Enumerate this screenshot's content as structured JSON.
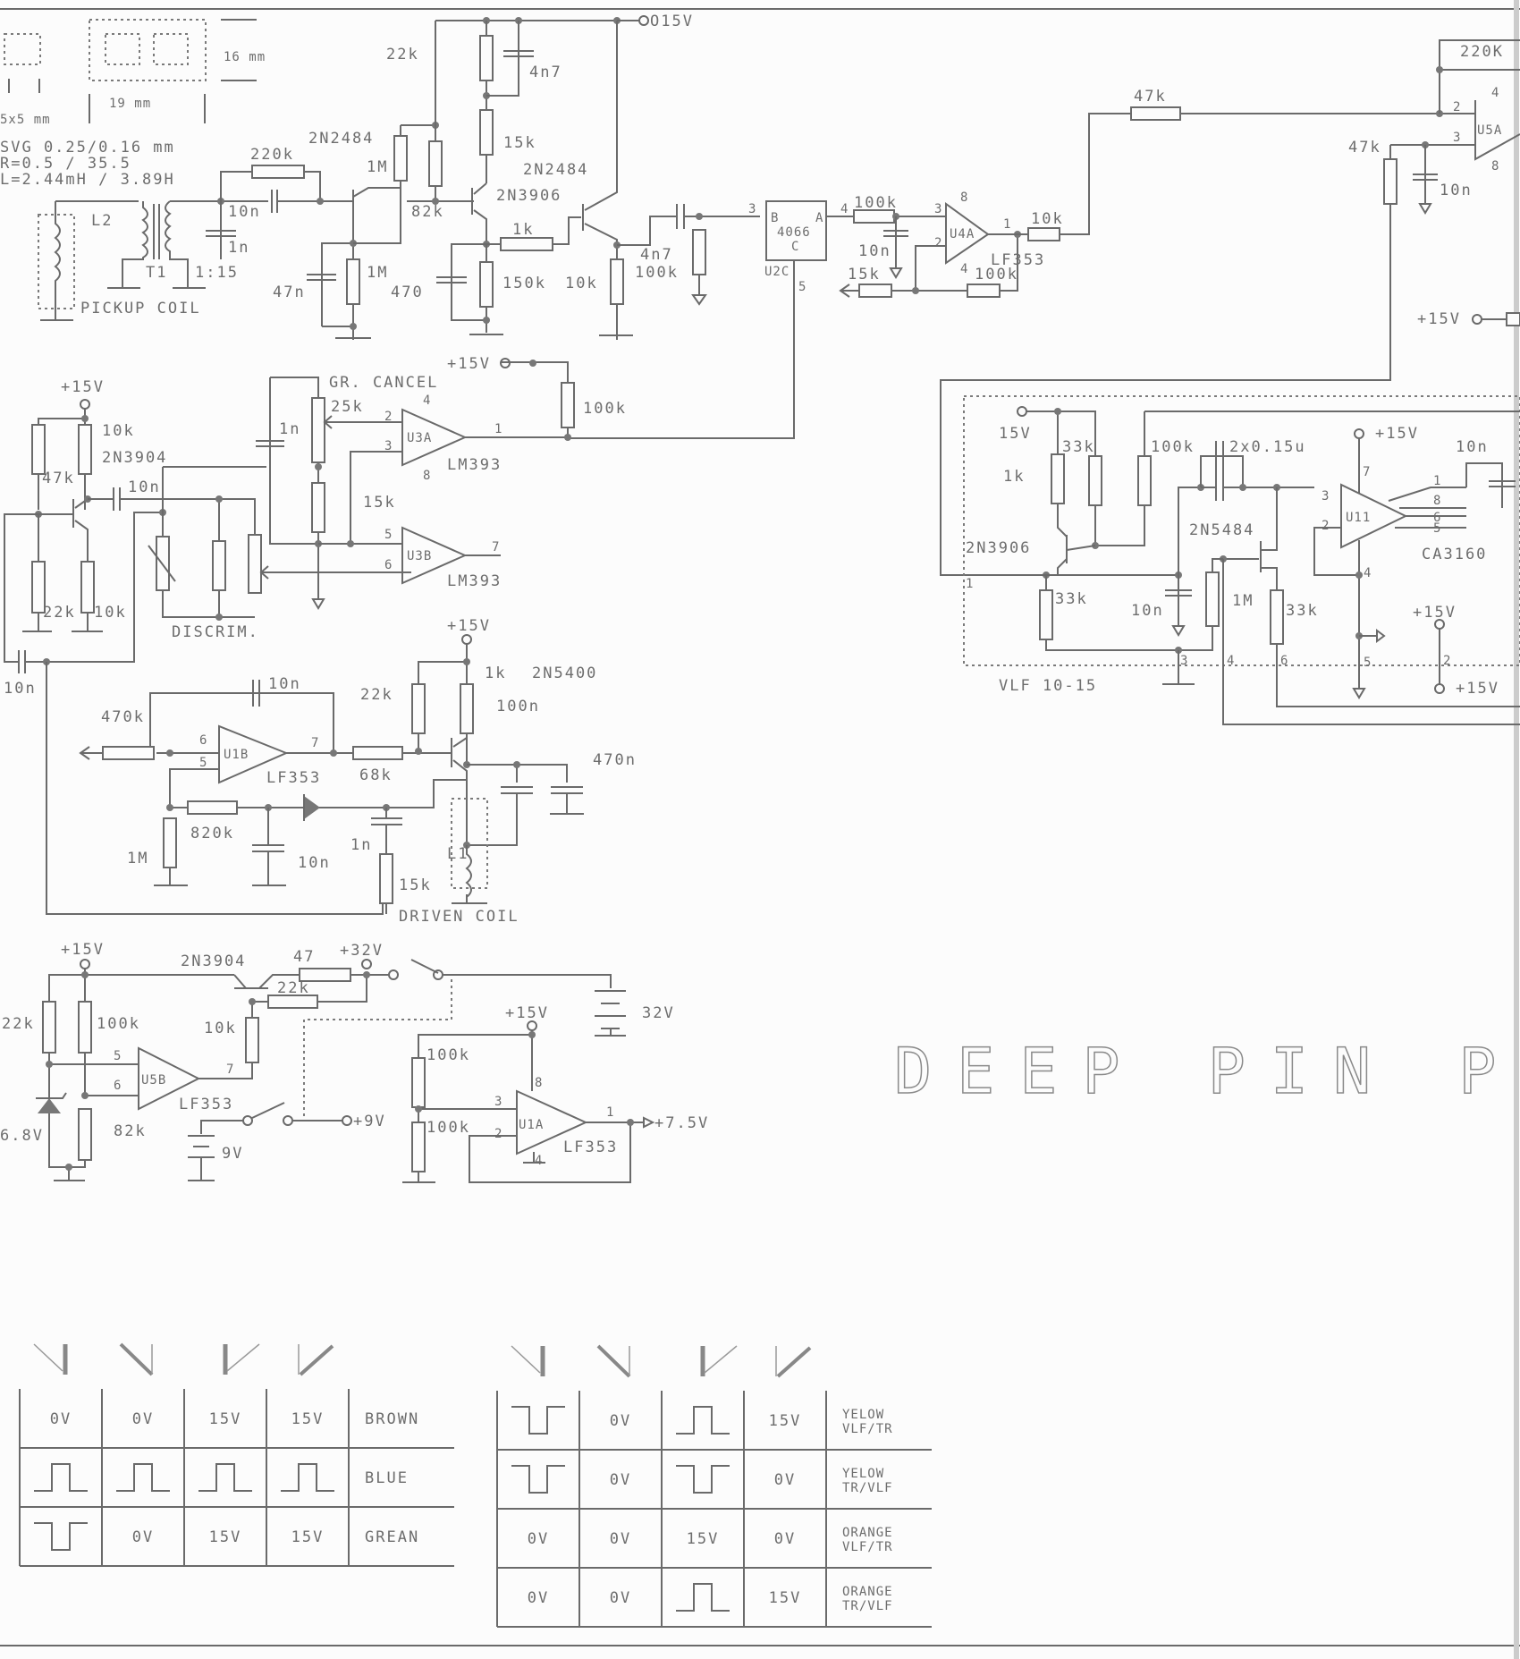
{
  "title": "DEEP PIN POI",
  "package_notes": {
    "small_pkg": "5x5 mm",
    "height": "16 mm",
    "width": "19 mm",
    "wire": "SVG 0.25/0.16 mm",
    "resistance": "R=0.5 / 35.5",
    "inductance": "L=2.44mH / 3.89H"
  },
  "preamp": {
    "coil_label": "L2",
    "transformer": "T1",
    "ratio": "1:15",
    "coil_name": "PICKUP COIL",
    "r_220k": "220k",
    "c_10n": "10n",
    "c_1n": "1n",
    "q1": "2N2484",
    "r_22k": "22k",
    "r_1m_a": "1M",
    "r_82k": "82k",
    "r_1m_b": "1M",
    "c_47n": "47n",
    "r_470": "470",
    "rail": "O15V",
    "c_4n7_a": "4n7",
    "r_15k": "15k",
    "q2": "2N2484",
    "q3": "2N3906",
    "r_1k": "1k",
    "r_150k": "150k",
    "r_10k": "10k",
    "c_4n7_b": "4n7",
    "r_100k": "100k"
  },
  "switch": {
    "pin_in": "3",
    "b": "B",
    "part": "4066",
    "a": "A",
    "c": "C",
    "ref": "U2C",
    "pin_out": "4",
    "pin_ctrl": "5"
  },
  "filter": {
    "r_100k": "100k",
    "c_10n": "10n",
    "pin3": "3",
    "pin2": "2",
    "pin8": "8",
    "pin4": "4",
    "pin1": "1",
    "ref": "U4A",
    "part": "LF353",
    "r_15k": "15k",
    "r_fb": "100k",
    "r_out": "10k"
  },
  "u5a": {
    "r_47k_a": "47k",
    "r_47k_b": "47k",
    "r_fb": "220K",
    "c_10n": "10n",
    "pin2": "2",
    "pin3": "3",
    "pin4": "4",
    "pin8": "8",
    "ref": "U5A",
    "supply": "+15V"
  },
  "discrim": {
    "supply": "+15V",
    "r_10k_top": "10k",
    "q": "2N3904",
    "r_47k": "47k",
    "c_10n": "10n",
    "r_22k": "22k",
    "r_10k_bot": "10k",
    "c_10n_b": "10n",
    "label": "DISCRIM.",
    "gr_cancel": "GR. CANCEL",
    "pot_25k": "25k",
    "c_1n": "1n",
    "r_15k": "15k",
    "supply2": "+15V",
    "r_100k": "100k",
    "u3a": "U3A",
    "u3b": "U3B",
    "part": "LM393",
    "p2": "2",
    "p3": "3",
    "p4": "4",
    "p8": "8",
    "p1": "1",
    "p5": "5",
    "p6": "6",
    "p7": "7"
  },
  "vlf": {
    "supply": "15V",
    "r_33k_a": "33k",
    "r_1k": "1k",
    "r_100k": "100k",
    "c_2x": "2x0.15u",
    "q_pnp": "2N3906",
    "fet": "2N5484",
    "r_33k_b": "33k",
    "c_10n": "10n",
    "r_1m": "1M",
    "r_33k_c": "33k",
    "ic": "U11",
    "part": "CA3160",
    "supply_top": "+15V",
    "c_10n_b": "10n",
    "supply_b": "+15V",
    "supply_c": "+15V",
    "label": "VLF 10-15",
    "p1": "1",
    "p2": "2",
    "p3": "3",
    "p4": "4",
    "p5": "5",
    "p6": "6",
    "p7": "7",
    "p8": "8"
  },
  "driver": {
    "supply": "+15V",
    "r_1k": "1k",
    "q": "2N5400",
    "r_22k": "22k",
    "c_100n": "100n",
    "c_470n": "470n",
    "c_10n": "10n",
    "r_470k": "470k",
    "ref": "U1B",
    "part": "LF353",
    "r_68k": "68k",
    "r_820k": "820k",
    "r_1m": "1M",
    "c_10n_b": "10n",
    "c_1n": "1n",
    "r_15k": "15k",
    "coil": "L1",
    "coil_name": "DRIVEN COIL",
    "p5": "5",
    "p6": "6",
    "p7": "7"
  },
  "power": {
    "supply": "+15V",
    "q": "2N3904",
    "r_47": "47",
    "v32": "+32V",
    "r_22k_b": "22k",
    "r_22k": "22k",
    "r_100k": "100k",
    "r_10k": "10k",
    "ref": "U5B",
    "part": "LF353",
    "zener": "6.8V",
    "r_82k": "82k",
    "bat9": "9V",
    "v9": "+9V",
    "bat32": "32V",
    "supply2": "+15V",
    "r_100k_a": "100k",
    "r_100k_b": "100k",
    "ref2": "U1A",
    "part2": "LF353",
    "vout": "+7.5V",
    "p5": "5",
    "p6": "6",
    "p7": "7",
    "p3": "3",
    "p2": "2",
    "p8": "8",
    "p4": "4",
    "p1": "1"
  },
  "table_left": {
    "rows": [
      {
        "cells": [
          "0V",
          "0V",
          "15V",
          "15V"
        ],
        "wire": "BROWN"
      },
      {
        "cells": [
          "pulse",
          "pulse",
          "pulse",
          "pulse"
        ],
        "wire": "BLUE"
      },
      {
        "cells": [
          "neg-pulse",
          "0V",
          "15V",
          "15V"
        ],
        "wire": "GREAN"
      }
    ]
  },
  "table_right": {
    "rows": [
      {
        "cells": [
          "neg-pulse",
          "0V",
          "pulse",
          "15V"
        ],
        "wire": [
          "YELOW",
          "VLF/TR"
        ]
      },
      {
        "cells": [
          "neg-pulse",
          "0V",
          "neg-pulse",
          "0V"
        ],
        "wire": [
          "YELOW",
          "TR/VLF"
        ]
      },
      {
        "cells": [
          "0V",
          "0V",
          "15V",
          "0V"
        ],
        "wire": [
          "ORANGE",
          "VLF/TR"
        ]
      },
      {
        "cells": [
          "0V",
          "0V",
          "pulse",
          "15V"
        ],
        "wire": [
          "ORANGE",
          "TR/VLF"
        ]
      }
    ]
  }
}
